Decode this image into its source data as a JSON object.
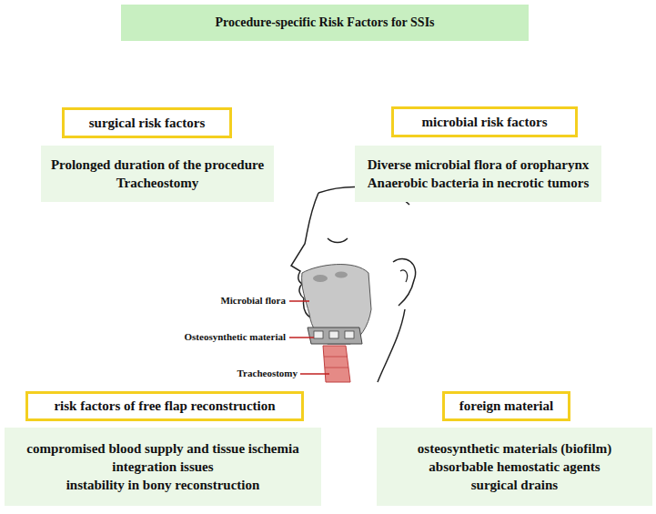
{
  "diagram": {
    "title": "Procedure-specific Risk Factors for SSIs",
    "nodes": [
      {
        "text": [
          "surgical risk factors"
        ]
      },
      {
        "text": [
          "Prolonged duration of the procedure",
          "Tracheostomy"
        ]
      },
      {
        "text": [
          "microbial risk factors"
        ]
      },
      {
        "text": [
          "Diverse microbial flora of oropharynx",
          "Anaerobic bacteria in necrotic tumors"
        ]
      },
      {
        "text": [
          "risk factors of free flap reconstruction"
        ]
      },
      {
        "text": [
          "compromised blood supply and tissue ischemia",
          "integration issues",
          "instability in bony reconstruction"
        ]
      },
      {
        "text": [
          "foreign material"
        ]
      },
      {
        "text": [
          "osteosynthetic materials (biofilm)",
          "absorbable hemostatic agents",
          "surgical drains"
        ]
      }
    ],
    "labels": [
      "Microbial flora",
      "Osteosynthetic material",
      "Tracheostomy"
    ]
  }
}
